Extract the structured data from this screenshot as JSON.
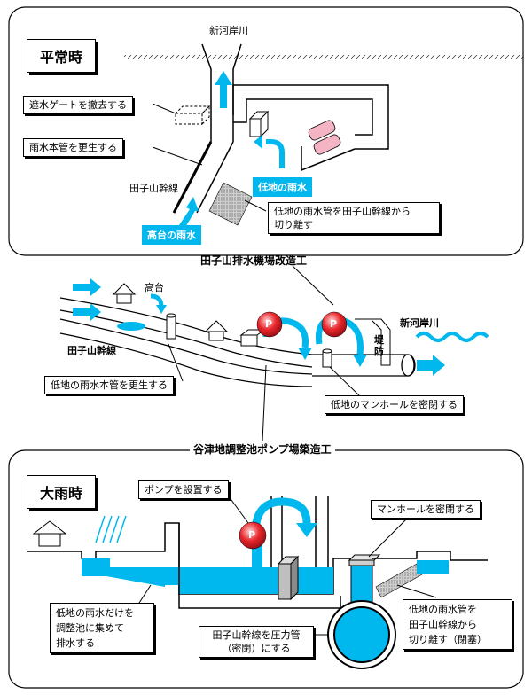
{
  "top_panel": {
    "title": "平常時",
    "river": "新河岸川",
    "callouts": {
      "gate": "遮水ゲートを撤去する",
      "main_pipe": "雨水本管を更生する",
      "separate": [
        "低地の雨水管を田子山幹線から",
        "切り離す"
      ]
    },
    "trunk_label": "田子山幹線",
    "lowland_rain": "低地の雨水",
    "highland_rain": "高台の雨水"
  },
  "middle_panel": {
    "heading": "田子山排水機場改造工",
    "highland": "高台",
    "river": "新河岸川",
    "levee": "堤防",
    "trunk_label": "田子山幹線",
    "pump_symbol": "P",
    "callouts": {
      "main_pipe": "低地の雨水本管を更生する",
      "manhole": "低地のマンホールを密閉する"
    }
  },
  "bottom_panel": {
    "heading": "谷津地調整池ポンプ場築造工",
    "title": "大雨時",
    "pump_symbol": "P",
    "callouts": {
      "pump": "ポンプを設置する",
      "manhole": "マンホールを密閉する",
      "collect": [
        "低地の雨水だけを",
        "調整池に集めて",
        "排水する"
      ],
      "pressure": [
        "田子山幹線を圧力管",
        "（密閉）にする"
      ],
      "separate": [
        "低地の雨水管を",
        "田子山幹線から",
        "切り離す（閉塞）"
      ]
    }
  },
  "colors": {
    "water": "#00b7ee",
    "pump_red": "#e8262b",
    "line": "#000000"
  }
}
